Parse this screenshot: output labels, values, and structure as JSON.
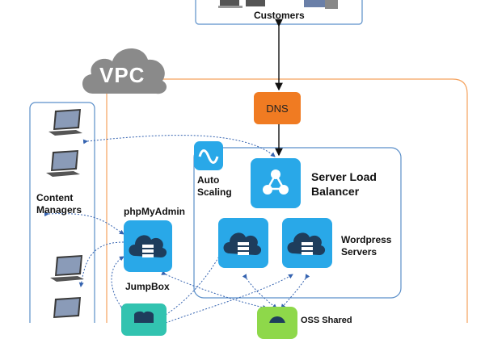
{
  "customers": {
    "label": "Customers"
  },
  "vpc": {
    "label": "VPC"
  },
  "dns": {
    "label": "DNS"
  },
  "content_managers": {
    "label_line1": "Content",
    "label_line2": "Managers"
  },
  "auto_scaling": {
    "label_line1": "Auto",
    "label_line2": "Scaling"
  },
  "server_load_balancer": {
    "label_line1": "Server Load",
    "label_line2": "Balancer"
  },
  "phpmyadmin": {
    "label": "phpMyAdmin"
  },
  "jumpbox": {
    "label": "JumpBox"
  },
  "wordpress_servers": {
    "label_line1": "Wordpress",
    "label_line2": "Servers"
  },
  "oss_shared": {
    "label": "OSS Shared"
  },
  "colors": {
    "vpc_border": "#f5a25d",
    "group_border": "#5b8fc9",
    "node_blue": "#29a8e8",
    "node_teal": "#32c3b0",
    "node_green": "#8ed84a",
    "dns_fill": "#f07b22",
    "cloud_fill": "#8a8a8a"
  }
}
